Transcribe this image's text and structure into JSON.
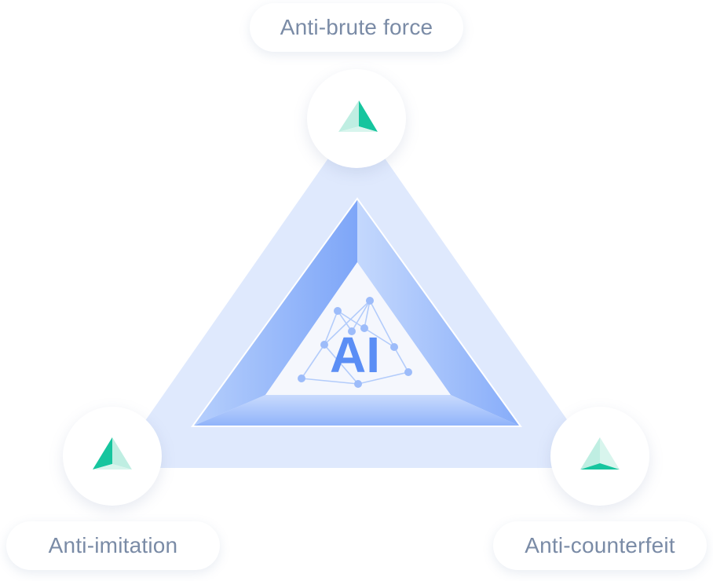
{
  "center_label": "AI",
  "nodes": {
    "top": {
      "label": "Anti-brute force",
      "icon": "triangle-icon"
    },
    "left": {
      "label": "Anti-imitation",
      "icon": "triangle-icon"
    },
    "right": {
      "label": "Anti-counterfeit",
      "icon": "triangle-icon"
    }
  },
  "colors": {
    "outer_triangle": "#dfe9fd",
    "inner_triangle": "#8bb1fb",
    "center_text": "#5b8ef5",
    "icon_dark": "#16c59e",
    "icon_light": "#bfeee2",
    "label_text": "#7a8ba6"
  }
}
